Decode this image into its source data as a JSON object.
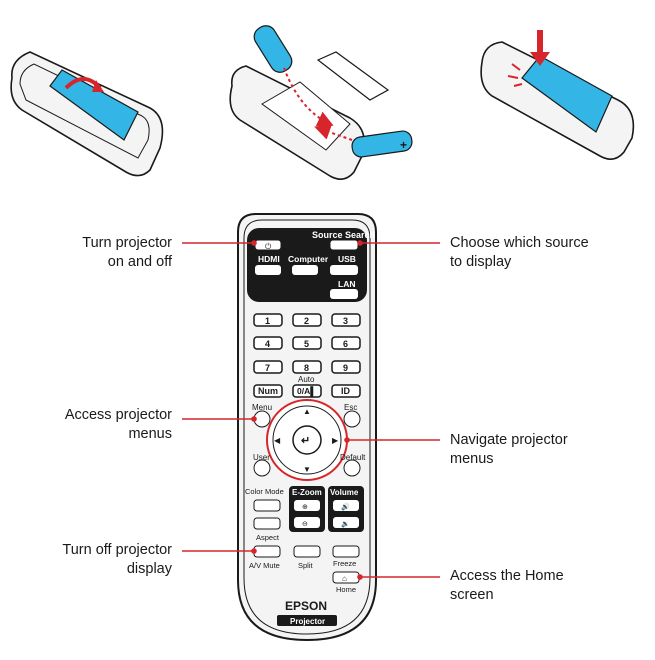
{
  "callouts": {
    "power": [
      "Turn projector",
      "on and off"
    ],
    "source": [
      "Choose which source",
      "to display"
    ],
    "menus": [
      "Access projector",
      "menus"
    ],
    "navigate": [
      "Navigate projector",
      "menus"
    ],
    "avmute": [
      "Turn off projector",
      "display"
    ],
    "home": [
      "Access the Home",
      "screen"
    ]
  },
  "remote": {
    "source_search": "Source Search",
    "hdmi": "HDMI",
    "computer": "Computer",
    "usb": "USB",
    "lan": "LAN",
    "digits": [
      "1",
      "2",
      "3",
      "4",
      "5",
      "6",
      "7",
      "8",
      "9"
    ],
    "num": "Num",
    "auto": "Auto",
    "zero": "0/A▌",
    "id": "ID",
    "menu": "Menu",
    "esc": "Esc",
    "user": "User",
    "default": "Default",
    "color_mode": "Color Mode",
    "ezoom": "E-Zoom",
    "volume": "Volume",
    "aspect": "Aspect",
    "av_mute": "A/V Mute",
    "split": "Split",
    "freeze": "Freeze",
    "home": "Home",
    "brand": "EPSON",
    "model": "Projector"
  },
  "colors": {
    "accent": "#d7262b",
    "battery": "#33b5e5",
    "remote_body": "#f4f4f4",
    "outline": "#1a1a1a"
  }
}
